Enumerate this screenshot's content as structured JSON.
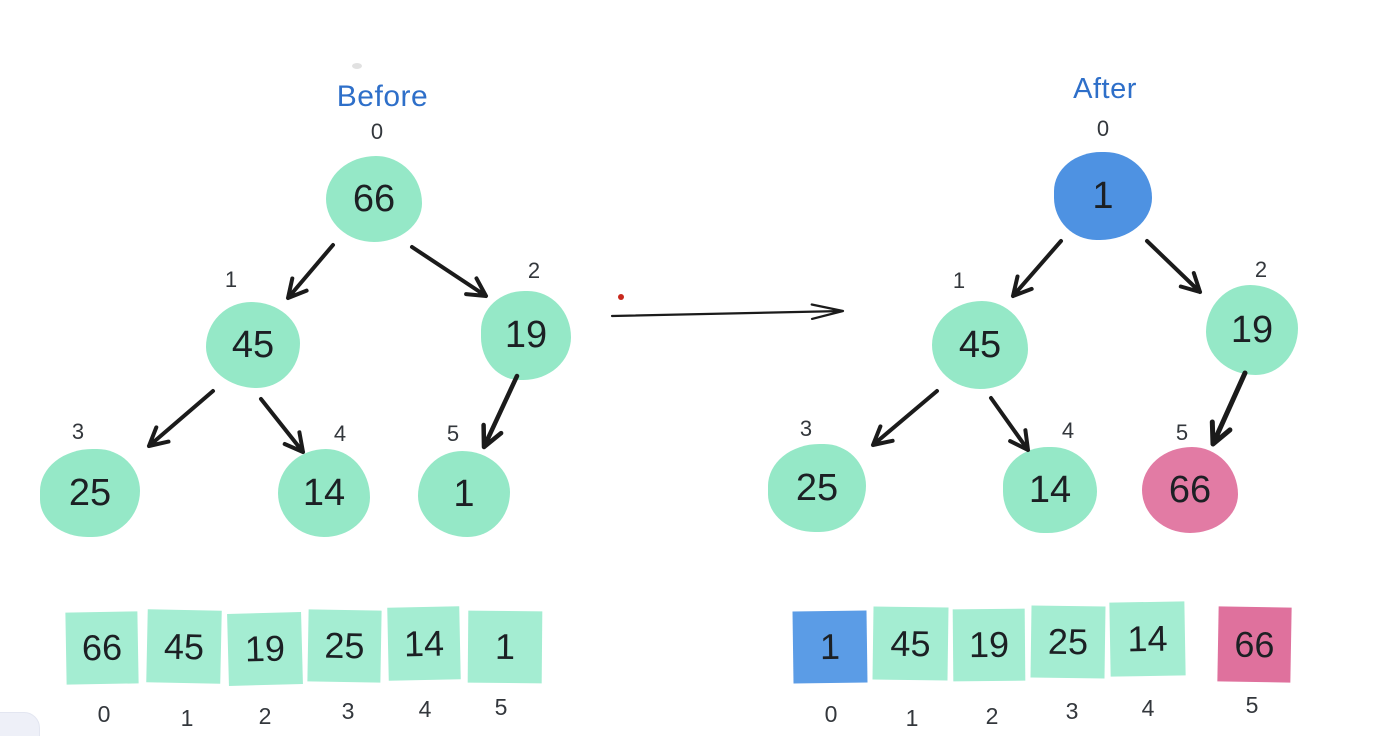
{
  "before": {
    "title": "Before",
    "tree_nodes": [
      {
        "index": "0",
        "value": "66",
        "color": "green"
      },
      {
        "index": "1",
        "value": "45",
        "color": "green"
      },
      {
        "index": "2",
        "value": "19",
        "color": "green"
      },
      {
        "index": "3",
        "value": "25",
        "color": "green"
      },
      {
        "index": "4",
        "value": "14",
        "color": "green"
      },
      {
        "index": "5",
        "value": "1",
        "color": "green"
      }
    ],
    "array_cells": [
      {
        "index": "0",
        "value": "66",
        "color": "green"
      },
      {
        "index": "1",
        "value": "45",
        "color": "green"
      },
      {
        "index": "2",
        "value": "19",
        "color": "green"
      },
      {
        "index": "3",
        "value": "25",
        "color": "green"
      },
      {
        "index": "4",
        "value": "14",
        "color": "green"
      },
      {
        "index": "5",
        "value": "1",
        "color": "green"
      }
    ]
  },
  "after": {
    "title": "After",
    "tree_nodes": [
      {
        "index": "0",
        "value": "1",
        "color": "blue"
      },
      {
        "index": "1",
        "value": "45",
        "color": "green"
      },
      {
        "index": "2",
        "value": "19",
        "color": "green"
      },
      {
        "index": "3",
        "value": "25",
        "color": "green"
      },
      {
        "index": "4",
        "value": "14",
        "color": "green"
      },
      {
        "index": "5",
        "value": "66",
        "color": "pink"
      }
    ],
    "array_cells": [
      {
        "index": "0",
        "value": "1",
        "color": "blue"
      },
      {
        "index": "1",
        "value": "45",
        "color": "green"
      },
      {
        "index": "2",
        "value": "19",
        "color": "green"
      },
      {
        "index": "3",
        "value": "25",
        "color": "green"
      },
      {
        "index": "4",
        "value": "14",
        "color": "green"
      },
      {
        "index": "5",
        "value": "66",
        "color": "pink"
      }
    ]
  },
  "colors": {
    "node_green": "#95e8c7",
    "node_blue": "#4e92e2",
    "node_pink": "#e27ba4",
    "cell_green": "#a4edd2",
    "cell_blue": "#5b9ce6",
    "cell_pink": "#df719d",
    "title_text": "#2e6fc9",
    "arrow": "#1b1b1b",
    "red_dot": "#c8291d"
  }
}
